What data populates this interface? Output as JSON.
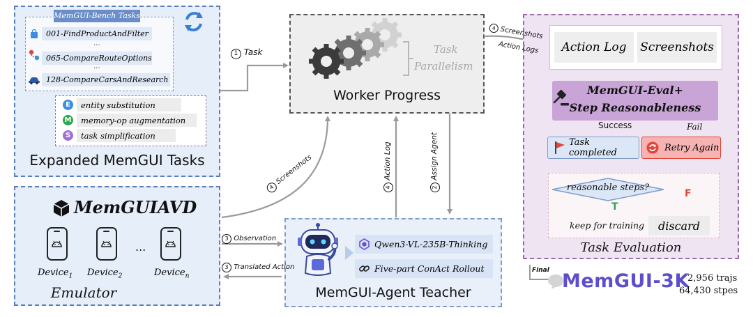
{
  "colors": {
    "blue_panel_fill": "#e6eefa",
    "blue_panel_border": "#5b7fb8",
    "gray_panel_fill": "#eeeeee",
    "purple_panel_fill": "#efe4f2",
    "purple_panel_border": "#9b6aa8",
    "eval_box_fill": "#c9a4d6",
    "success_fill": "#dbe7f7",
    "retry_fill": "#f7b2b2",
    "green": "#2fa84f",
    "red": "#e0463a"
  },
  "tasks_panel": {
    "bench_title": "MemGUI-Bench Tasks",
    "tasks": [
      {
        "label": "001-FindProductAndFilter",
        "icon": "shopping-bag-icon"
      },
      {
        "label": "065-CompareRouteOptions",
        "icon": "map-route-icon"
      },
      {
        "label": "128-CompareCarsAndResearch",
        "icon": "car-icon"
      }
    ],
    "ellipsis_1": "...",
    "ellipsis_2": "...",
    "expansions": [
      {
        "badge": "E",
        "label": "entity substitution",
        "color": "#3b8ee0"
      },
      {
        "badge": "M",
        "label": "memory-op augmentation",
        "color": "#2fa84f"
      },
      {
        "badge": "S",
        "label": "task simplification",
        "color": "#a070d8"
      }
    ],
    "title": "Expanded MemGUI Tasks"
  },
  "worker": {
    "parallelism_line1": "Task",
    "parallelism_line2": "Parallelism",
    "title": "Worker Progress"
  },
  "emulator": {
    "brand": "MemGUIAVD",
    "devices": [
      {
        "name": "Device",
        "sub": "1"
      },
      {
        "name": "Device",
        "sub": "2"
      },
      {
        "name": "Device",
        "sub": "n"
      }
    ],
    "ellipsis": "...",
    "title": "Emulator"
  },
  "teacher": {
    "models": [
      {
        "label": "Qwen3-VL-235B-Thinking",
        "icon": "qwen-logo-icon"
      },
      {
        "label": "Five-part ConAct Rollout",
        "icon": "chain-link-icon"
      }
    ],
    "title": "MemGUI-Agent Teacher"
  },
  "evaluation": {
    "log_chip": "Action Log",
    "shots_chip": "Screenshots",
    "eval_line1": "MemGUI-Eval+",
    "eval_line2": "Step Reasonableness",
    "success_label": "Success",
    "fail_label": "Fail",
    "task_completed": "Task completed",
    "retry": "Retry Again",
    "question": "reasonable steps?",
    "true_mark": "T",
    "false_mark": "F",
    "keep": "keep for training",
    "discard": "discard",
    "title": "Task Evaluation"
  },
  "arrows": {
    "task": {
      "num": "1",
      "text": "Task"
    },
    "screenshots_up": {
      "num": "4",
      "text": "Screenshots"
    },
    "action_log": {
      "num": "4",
      "text": "Action Log"
    },
    "assign_agent": {
      "num": "2",
      "text": "Assign Agent"
    },
    "observation": {
      "num": "3",
      "text": "Observation"
    },
    "translated": {
      "num": "3",
      "text": "Translated Action"
    },
    "screenshots_right": {
      "num": "4",
      "text": "Screenshots"
    },
    "action_logs_right": "Action Logs",
    "final": "Final"
  },
  "result": {
    "brand": "MemGUI-3K",
    "stat1": "2,956 trajs",
    "stat2": "64,430 stpes"
  }
}
